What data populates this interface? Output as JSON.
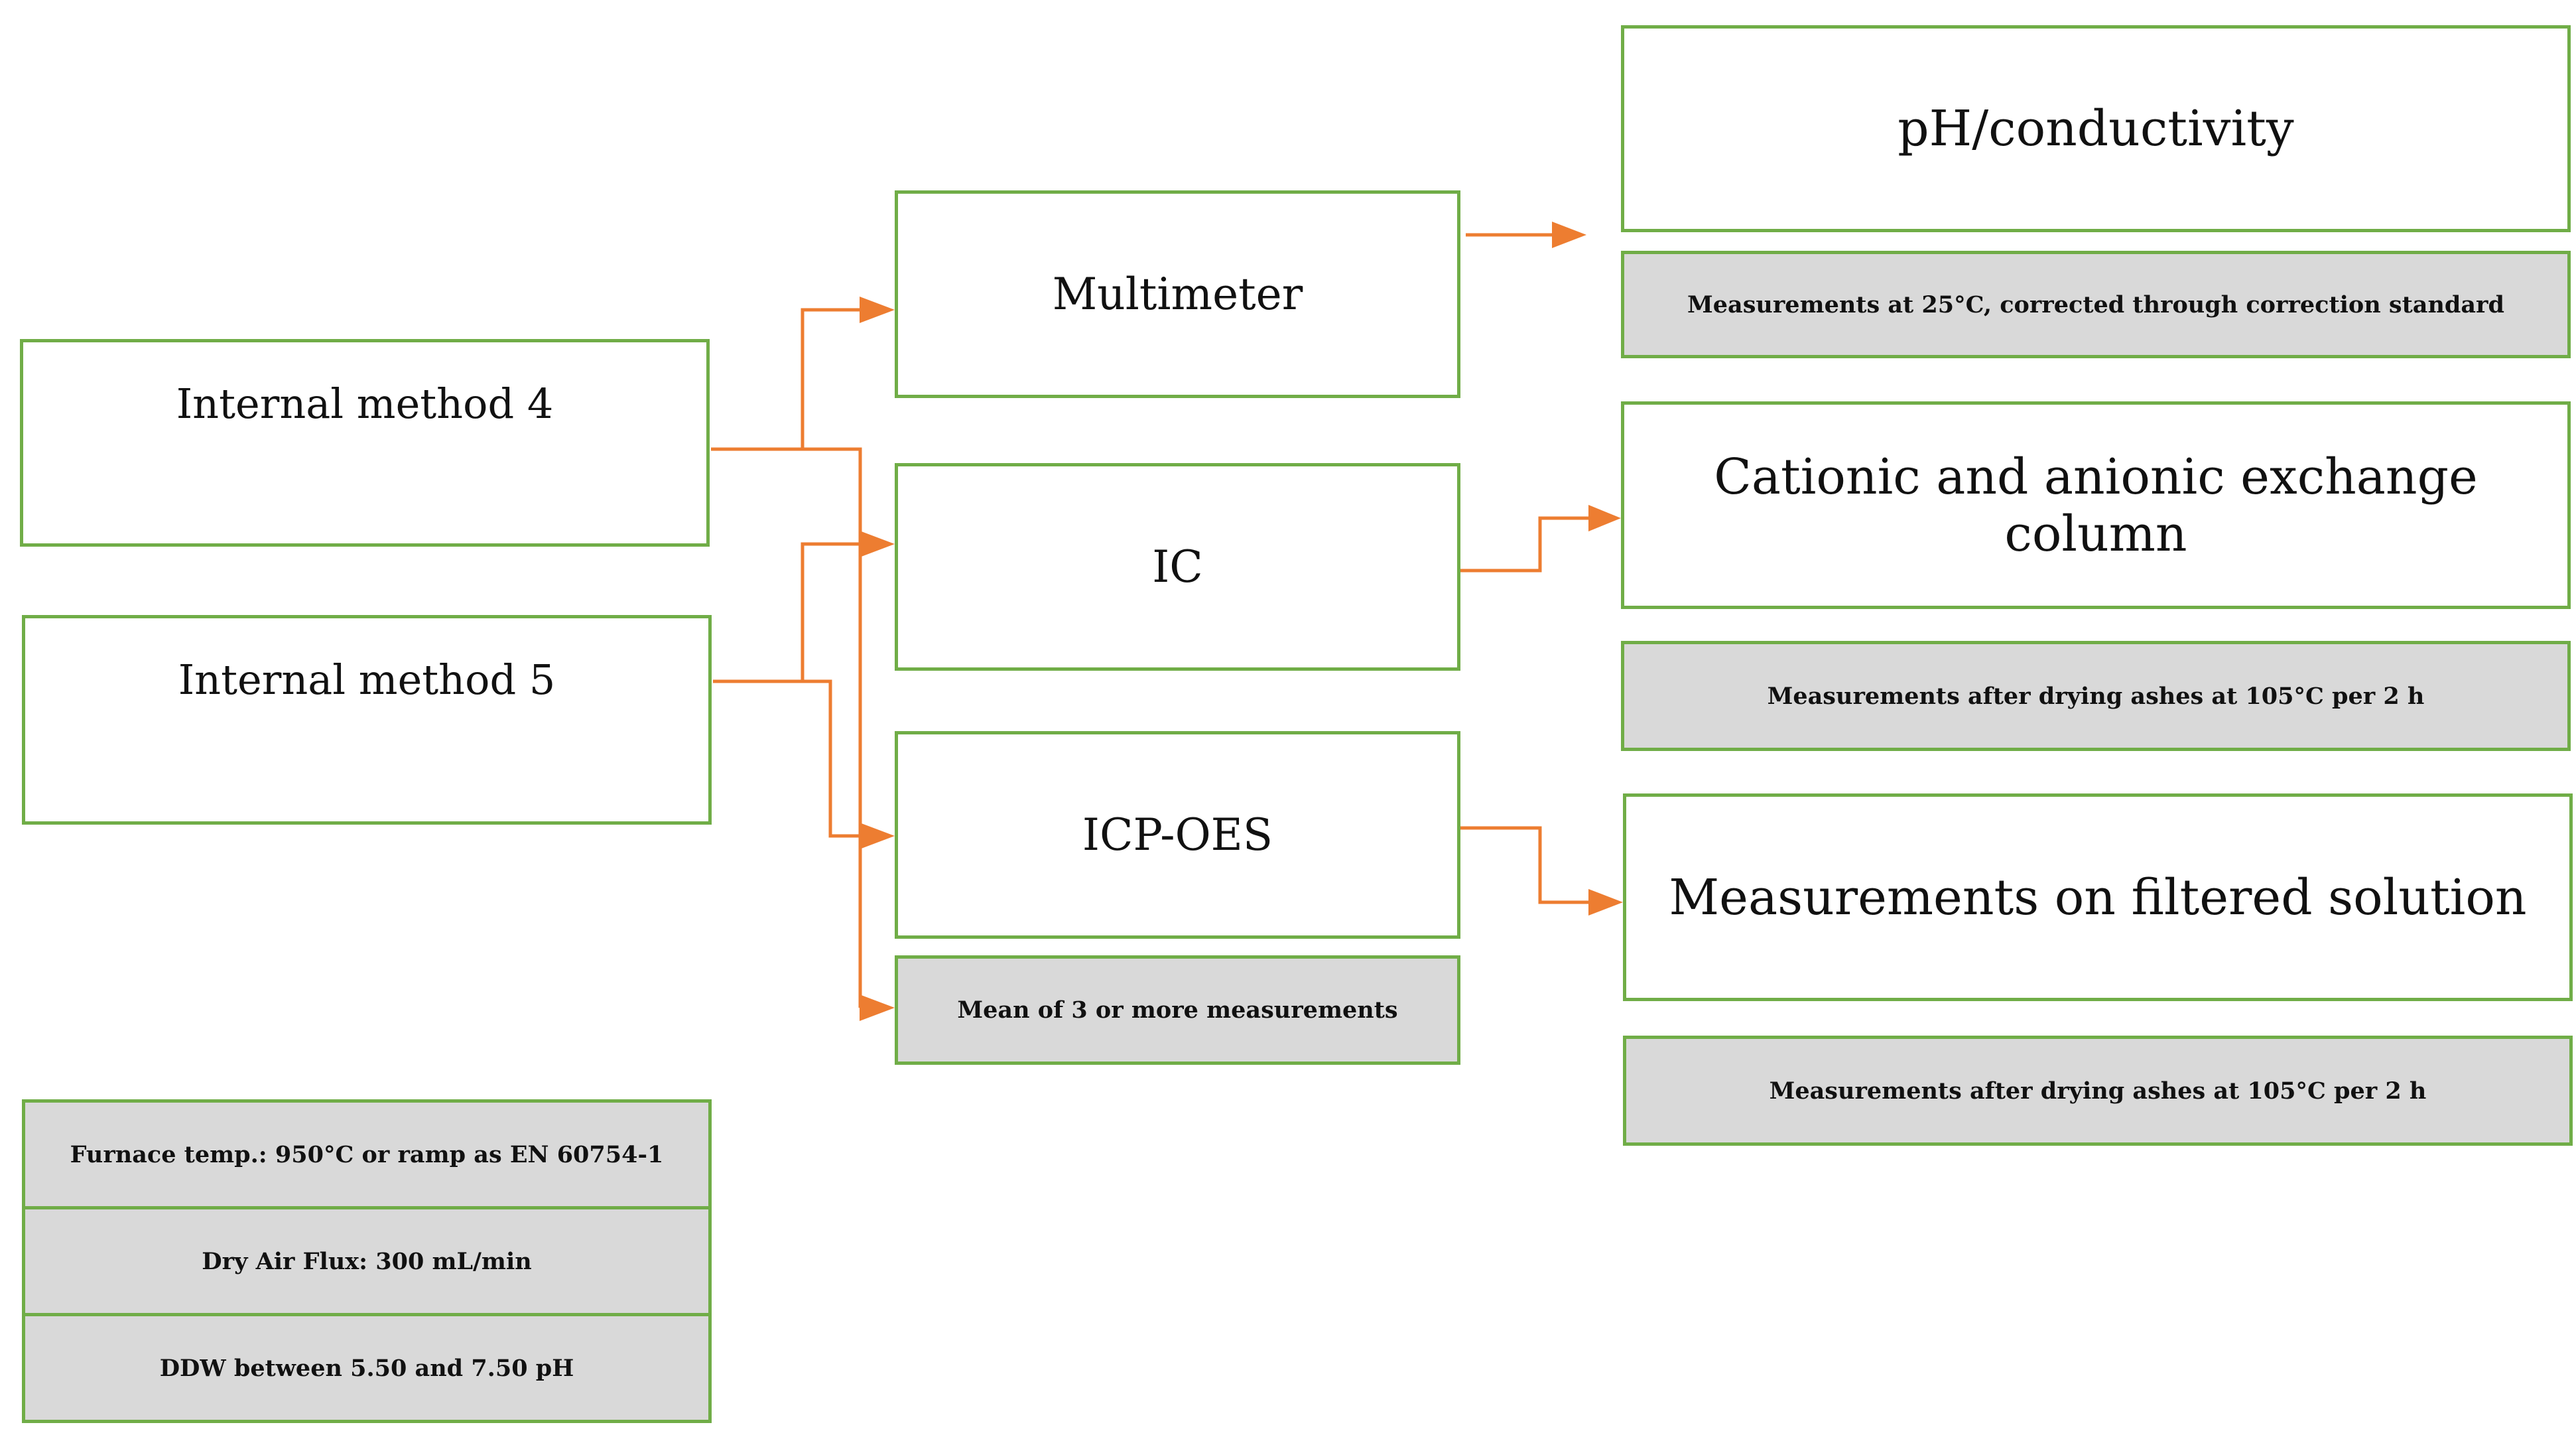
{
  "methods": {
    "internal_method_4": "Internal method 4",
    "internal_method_5": "Internal method 5"
  },
  "instruments": {
    "multimeter": "Multimeter",
    "ic": "IC",
    "icp_oes": "ICP-OES",
    "mean_note": "Mean of 3 or more measurements"
  },
  "outputs": {
    "ph_conductivity": "pH/conductivity",
    "ph_note": "Measurements at 25°C, corrected through correction standard",
    "exchange_column": "Cationic and anionic exchange column",
    "exchange_note": "Measurements after drying ashes at 105°C per 2 h",
    "filtered_solution": "Measurements on filtered solution",
    "filtered_note": "Measurements after drying ashes at 105°C per 2 h"
  },
  "conditions": {
    "furnace": "Furnace temp.: 950°C or ramp as EN 60754-1",
    "dry_air": "Dry Air Flux: 300 mL/min",
    "ddw": "DDW between 5.50 and 7.50 pH"
  },
  "colors": {
    "box_border": "#70ad47",
    "note_fill": "#d9d9d9",
    "arrow": "#ed7d31"
  }
}
